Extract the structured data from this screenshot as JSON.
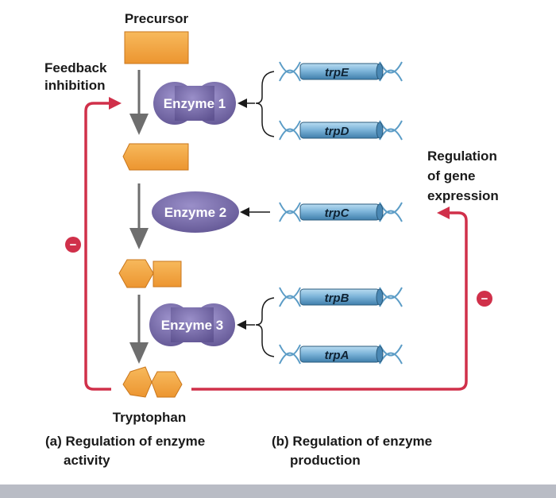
{
  "labels": {
    "precursor": "Precursor",
    "feedback_line1": "Feedback",
    "feedback_line2": "inhibition",
    "tryptophan": "Tryptophan",
    "regulation_line1": "Regulation",
    "regulation_line2": "of gene",
    "regulation_line3": "expression",
    "caption_a_line1": "(a) Regulation of enzyme",
    "caption_a_line2": "activity",
    "caption_b_line1": "(b) Regulation of enzyme",
    "caption_b_line2": "production"
  },
  "enzymes": {
    "enzyme1": "Enzyme 1",
    "enzyme2": "Enzyme 2",
    "enzyme3": "Enzyme 3"
  },
  "genes": {
    "trpE": "trpE",
    "trpD": "trpD",
    "trpC": "trpC",
    "trpB": "trpB",
    "trpA": "trpA"
  },
  "symbols": {
    "inhibit": "−"
  },
  "colors": {
    "substrate_orange": "#f0a340",
    "substrate_edge": "#c9761b",
    "enzyme_purple": "#7b6fad",
    "feedback_red": "#d0304a",
    "gene_blue": "#6ea9d0",
    "dna_strand": "#5b9cc6"
  }
}
